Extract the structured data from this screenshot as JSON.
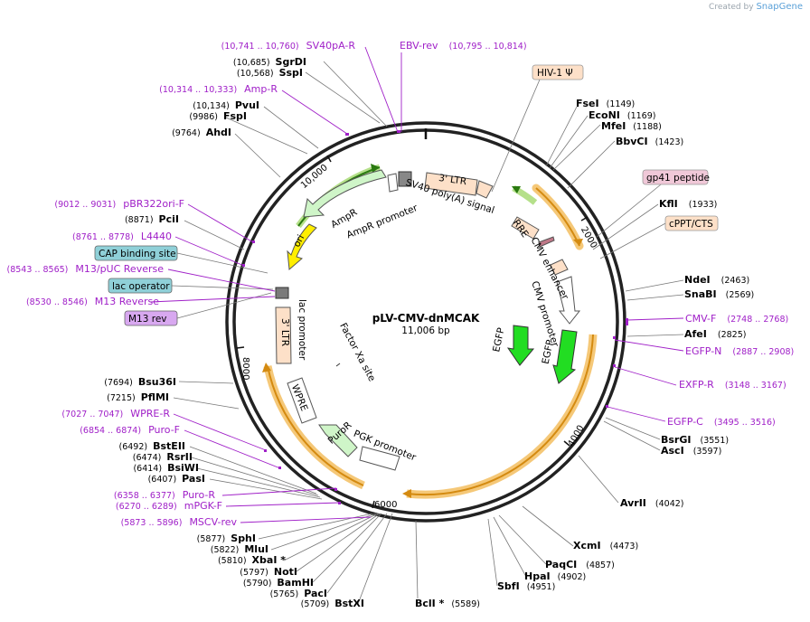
{
  "brand": {
    "prefix": "Created by",
    "name": "SnapGene"
  },
  "plasmid": {
    "name": "pLV-CMV-dnMCAK",
    "size": "11,006 bp"
  },
  "ticks": [
    "10,000",
    "2000",
    "4000",
    "6000",
    "8000"
  ],
  "features": [
    {
      "id": "3ltr-top",
      "label": "3' LTR"
    },
    {
      "id": "sv40",
      "label": "SV40 poly(A) signal"
    },
    {
      "id": "ampr",
      "label": "AmpR"
    },
    {
      "id": "ampr-prom",
      "label": "AmpR promoter"
    },
    {
      "id": "ori",
      "label": "ori"
    },
    {
      "id": "lac-prom",
      "label": "lac promoter"
    },
    {
      "id": "3ltr-left",
      "label": "3' LTR"
    },
    {
      "id": "factorxa",
      "label": "Factor Xa site"
    },
    {
      "id": "wpre",
      "label": "WPRE"
    },
    {
      "id": "puror",
      "label": "PuroR"
    },
    {
      "id": "pgk",
      "label": "PGK promoter"
    },
    {
      "id": "rre",
      "label": "RRE"
    },
    {
      "id": "cmv-enh",
      "label": "CMV enhancer"
    },
    {
      "id": "cmv-prom",
      "label": "CMV promoter"
    },
    {
      "id": "egfp-in",
      "label": "EGFP"
    },
    {
      "id": "egfp-out",
      "label": "EGFP"
    }
  ],
  "boxed_labels": [
    {
      "id": "hiv",
      "label": "HIV-1 Ψ",
      "fill": "#fde0c8"
    },
    {
      "id": "gp41",
      "label": "gp41 peptide",
      "fill": "#f0c8d8"
    },
    {
      "id": "cppt",
      "label": "cPPT/CTS",
      "fill": "#fde0c8"
    },
    {
      "id": "cap",
      "label": "CAP binding site",
      "fill": "#8fd0d8"
    },
    {
      "id": "lacop",
      "label": "lac operator",
      "fill": "#8fd0d8"
    },
    {
      "id": "m13rev",
      "label": "M13 rev",
      "fill": "#d8a8f0"
    }
  ],
  "sites": [
    {
      "name": "SgrDI",
      "pos": "(10,685)"
    },
    {
      "name": "SspI",
      "pos": "(10,568)"
    },
    {
      "name": "PvuI",
      "pos": "(10,134)"
    },
    {
      "name": "FspI",
      "pos": "(9986)"
    },
    {
      "name": "AhdI",
      "pos": "(9764)"
    },
    {
      "name": "PciI",
      "pos": "(8871)"
    },
    {
      "name": "Bsu36I",
      "pos": "(7694)"
    },
    {
      "name": "PflMI",
      "pos": "(7215)"
    },
    {
      "name": "BstEII",
      "pos": "(6492)"
    },
    {
      "name": "RsrII",
      "pos": "(6474)"
    },
    {
      "name": "BsiWI",
      "pos": "(6414)"
    },
    {
      "name": "PasI",
      "pos": "(6407)"
    },
    {
      "name": "SphI",
      "pos": "(5877)"
    },
    {
      "name": "MluI",
      "pos": "(5822)"
    },
    {
      "name": "XbaI *",
      "pos": "(5810)"
    },
    {
      "name": "NotI",
      "pos": "(5797)"
    },
    {
      "name": "BamHI",
      "pos": "(5790)"
    },
    {
      "name": "PacI",
      "pos": "(5765)"
    },
    {
      "name": "BstXI",
      "pos": "(5709)"
    },
    {
      "name": "BclI *",
      "pos": "(5589)"
    },
    {
      "name": "FseI",
      "pos": "(1149)"
    },
    {
      "name": "EcoNI",
      "pos": "(1169)"
    },
    {
      "name": "MfeI",
      "pos": "(1188)"
    },
    {
      "name": "BbvCI",
      "pos": "(1423)"
    },
    {
      "name": "KflI",
      "pos": "(1933)"
    },
    {
      "name": "NdeI",
      "pos": "(2463)"
    },
    {
      "name": "SnaBI",
      "pos": "(2569)"
    },
    {
      "name": "AfeI",
      "pos": "(2825)"
    },
    {
      "name": "BsrGI",
      "pos": "(3551)"
    },
    {
      "name": "AscI",
      "pos": "(3597)"
    },
    {
      "name": "AvrII",
      "pos": "(4042)"
    },
    {
      "name": "XcmI",
      "pos": "(4473)"
    },
    {
      "name": "PaqCI",
      "pos": "(4857)"
    },
    {
      "name": "HpaI",
      "pos": "(4902)"
    },
    {
      "name": "SbfI",
      "pos": "(4951)"
    }
  ],
  "primers": [
    {
      "name": "SV40pA-R",
      "pos": "(10,741 .. 10,760)"
    },
    {
      "name": "EBV-rev",
      "pos": "(10,795 .. 10,814)"
    },
    {
      "name": "Amp-R",
      "pos": "(10,314 .. 10,333)"
    },
    {
      "name": "pBR322ori-F",
      "pos": "(9012 .. 9031)"
    },
    {
      "name": "L4440",
      "pos": "(8761 .. 8778)"
    },
    {
      "name": "M13/pUC Reverse",
      "pos": "(8543 .. 8565)"
    },
    {
      "name": "M13 Reverse",
      "pos": "(8530 .. 8546)"
    },
    {
      "name": "WPRE-R",
      "pos": "(7027 .. 7047)"
    },
    {
      "name": "Puro-F",
      "pos": "(6854 .. 6874)"
    },
    {
      "name": "Puro-R",
      "pos": "(6358 .. 6377)"
    },
    {
      "name": "mPGK-F",
      "pos": "(6270 .. 6289)"
    },
    {
      "name": "MSCV-rev",
      "pos": "(5873 .. 5896)"
    },
    {
      "name": "CMV-F",
      "pos": "(2748 .. 2768)"
    },
    {
      "name": "EGFP-N",
      "pos": "(2887 .. 2908)"
    },
    {
      "name": "EXFP-R",
      "pos": "(3148 .. 3167)"
    },
    {
      "name": "EGFP-C",
      "pos": "(3495 .. 3516)"
    }
  ],
  "colors": {
    "ring": "#222222",
    "primer": "#a020c8",
    "orange_arc": "#e0a030",
    "green_arc": "#3a9a20",
    "egfp": "#22dd22",
    "ori": "#ffee00",
    "ampr": "#cff5c8",
    "ltr": "#fde0c8"
  }
}
